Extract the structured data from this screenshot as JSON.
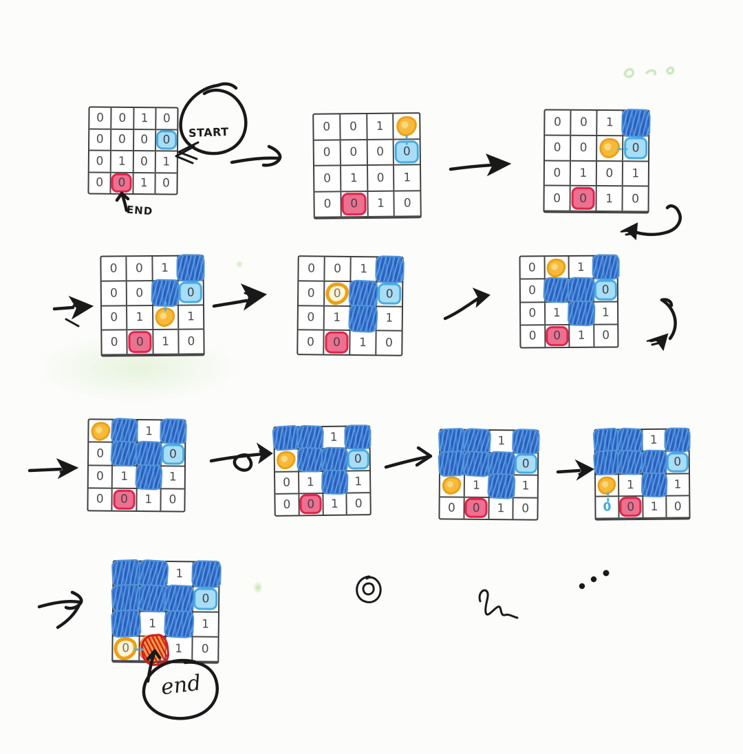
{
  "labels": {
    "start": "START",
    "end": "END",
    "end_script": "end"
  },
  "colors": {
    "ink": "#191919",
    "grid_line": "#3d3d3d",
    "number": "#4b4b4b",
    "start_fill": "#a9ddf6",
    "start_border": "#44ace4",
    "end_fill": "#ee7090",
    "end_border": "#e2224a",
    "visited_scribble": "#2e63c2",
    "current_marker": "#f5b93c",
    "current_ring_border": "#eea011",
    "end_reached_orange": "#f6a93c",
    "end_reached_red": "#dc1e1e",
    "next_cell_cyan": "#3aa8e2",
    "green_smudge": "#cdeabf"
  },
  "base_grid": [
    [
      0,
      0,
      1,
      0
    ],
    [
      0,
      0,
      0,
      0
    ],
    [
      0,
      1,
      0,
      1
    ],
    [
      0,
      0,
      1,
      0
    ]
  ],
  "start_cell": {
    "row": 1,
    "col": 3
  },
  "end_cell": {
    "row": 3,
    "col": 1
  },
  "steps": [
    {
      "id": 1,
      "visited": [],
      "current": null,
      "current_style": "blob",
      "next": null,
      "connector": null,
      "end_reached": false
    },
    {
      "id": 2,
      "visited": [],
      "current": [
        0,
        3
      ],
      "current_style": "blob",
      "next": null,
      "connector": {
        "r": 0,
        "c": 3,
        "dir": "down"
      },
      "end_reached": false
    },
    {
      "id": 3,
      "visited": [
        [
          0,
          3
        ]
      ],
      "current": [
        1,
        2
      ],
      "current_style": "blob",
      "next": null,
      "connector": {
        "r": 1,
        "c": 2,
        "dir": "right"
      },
      "end_reached": false
    },
    {
      "id": 4,
      "visited": [
        [
          0,
          3
        ],
        [
          1,
          2
        ]
      ],
      "current": [
        2,
        2
      ],
      "current_style": "blob",
      "next": null,
      "connector": {
        "r": 1,
        "c": 2,
        "dir": "down"
      },
      "end_reached": false
    },
    {
      "id": 5,
      "visited": [
        [
          0,
          3
        ],
        [
          1,
          2
        ],
        [
          2,
          2
        ]
      ],
      "current": [
        1,
        1
      ],
      "current_style": "ring",
      "next": null,
      "connector": null,
      "end_reached": false
    },
    {
      "id": 6,
      "visited": [
        [
          0,
          3
        ],
        [
          1,
          1
        ],
        [
          1,
          2
        ],
        [
          2,
          2
        ]
      ],
      "current": [
        0,
        1
      ],
      "current_style": "blob",
      "next": null,
      "connector": null,
      "end_reached": false
    },
    {
      "id": 7,
      "visited": [
        [
          0,
          1
        ],
        [
          0,
          3
        ],
        [
          1,
          1
        ],
        [
          1,
          2
        ],
        [
          2,
          2
        ]
      ],
      "current": [
        0,
        0
      ],
      "current_style": "blob",
      "next": null,
      "connector": null,
      "end_reached": false
    },
    {
      "id": 8,
      "visited": [
        [
          0,
          0
        ],
        [
          0,
          1
        ],
        [
          0,
          3
        ],
        [
          1,
          1
        ],
        [
          1,
          2
        ],
        [
          2,
          2
        ]
      ],
      "current": [
        1,
        0
      ],
      "current_style": "blob",
      "next": null,
      "connector": null,
      "end_reached": false
    },
    {
      "id": 9,
      "visited": [
        [
          0,
          0
        ],
        [
          0,
          1
        ],
        [
          0,
          3
        ],
        [
          1,
          0
        ],
        [
          1,
          1
        ],
        [
          1,
          2
        ],
        [
          2,
          2
        ]
      ],
      "current": [
        2,
        0
      ],
      "current_style": "blob",
      "next": null,
      "connector": null,
      "end_reached": false
    },
    {
      "id": 10,
      "visited": [
        [
          0,
          0
        ],
        [
          0,
          1
        ],
        [
          0,
          3
        ],
        [
          1,
          0
        ],
        [
          1,
          1
        ],
        [
          1,
          2
        ],
        [
          2,
          2
        ]
      ],
      "current": [
        2,
        0
      ],
      "current_style": "blob",
      "next": [
        3,
        0
      ],
      "connector": {
        "r": 2,
        "c": 0,
        "dir": "down"
      },
      "end_reached": false
    },
    {
      "id": 11,
      "visited": [
        [
          0,
          0
        ],
        [
          0,
          1
        ],
        [
          0,
          3
        ],
        [
          1,
          0
        ],
        [
          1,
          1
        ],
        [
          1,
          2
        ],
        [
          2,
          0
        ],
        [
          2,
          2
        ]
      ],
      "current": [
        3,
        0
      ],
      "current_style": "ring",
      "next": null,
      "connector": {
        "r": 3,
        "c": 0,
        "dir": "right"
      },
      "end_reached": true
    }
  ],
  "ink_marks": {
    "arrows": [
      "arrow-step1-to-step2",
      "arrow-step2-to-step3",
      "arrow-step3-wrap-down",
      "arrow-row2-lead-in",
      "arrow-step4-to-step5",
      "arrow-step5-to-step6",
      "arrow-step6-wrap-down",
      "arrow-row3-lead-in",
      "arrow-step7-to-step8",
      "arrow-step8-to-step9",
      "arrow-step9-to-step10",
      "arrow-row4-lead-in",
      "start-pointer-chevron",
      "end-pointer-arrow",
      "end-script-pointer-arrow"
    ],
    "doodles": [
      "start-circle-loop",
      "end-script-ellipse",
      "circled-zero-doodle",
      "squiggle-doodle",
      "ellipsis-dots-doodle",
      "green-smudges"
    ]
  }
}
